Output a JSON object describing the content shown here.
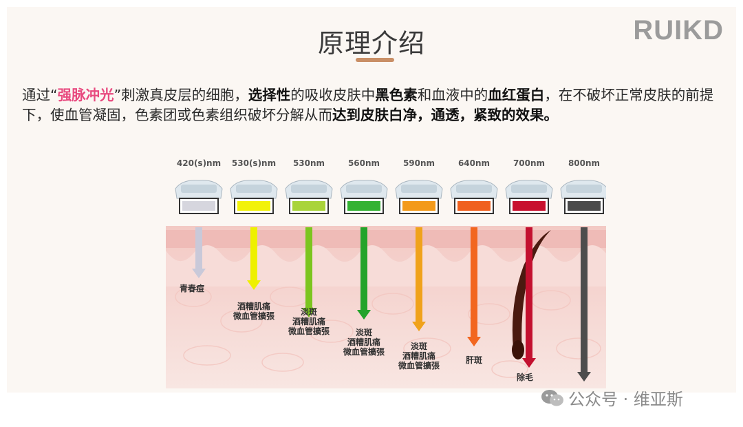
{
  "slide": {
    "title": "原理介绍",
    "logo": "RUIKD",
    "paragraph": {
      "p1": "通过",
      "q_open": "“",
      "ipl": "强脉冲光",
      "q_close": "”",
      "p2": "刺激真皮层的细胞，",
      "b1": "选择性",
      "p3": "的吸收皮肤中",
      "b2": "黑色素",
      "p4": "和血液中的",
      "b3": "血红蛋白",
      "p5": "，在不破坏正常皮肤的前提下，使血管凝固，色素团或色素组织破坏分解从而",
      "b4": "达到皮肤白净，通透，紧致的效果。"
    }
  },
  "figure": {
    "filters": [
      {
        "wavelength": "420(s)nm",
        "color": "#d6d6de",
        "arrow_color": "#c9c9d9",
        "labels": [
          "青春痘"
        ]
      },
      {
        "wavelength": "530(s)nm",
        "color": "#f2f20a",
        "arrow_color": "#eef000",
        "labels": [
          "酒糟肌痛",
          "微血管擴張"
        ]
      },
      {
        "wavelength": "530nm",
        "color": "#a9d43a",
        "arrow_color": "#7cc51f",
        "labels": [
          "淡斑",
          "酒糟肌痛",
          "微血管擴張"
        ]
      },
      {
        "wavelength": "560nm",
        "color": "#34b233",
        "arrow_color": "#23a32a",
        "labels": [
          "淡斑",
          "酒糟肌痛",
          "微血管擴張"
        ]
      },
      {
        "wavelength": "590nm",
        "color": "#f39a1a",
        "arrow_color": "#f0a21b",
        "labels": [
          "淡斑",
          "酒糟肌痛",
          "微血管擴張"
        ]
      },
      {
        "wavelength": "640nm",
        "color": "#f0611f",
        "arrow_color": "#f2661f",
        "labels": [
          "肝斑"
        ]
      },
      {
        "wavelength": "700nm",
        "color": "#c8102e",
        "arrow_color": "#c3102f",
        "labels": [
          "除毛"
        ]
      },
      {
        "wavelength": "800nm",
        "color": "#4a4a4a",
        "arrow_color": "#4d4d4d",
        "labels": []
      }
    ]
  },
  "watermark": {
    "icon": "wechat-icon",
    "text": "公众号 · 维亚斯"
  }
}
